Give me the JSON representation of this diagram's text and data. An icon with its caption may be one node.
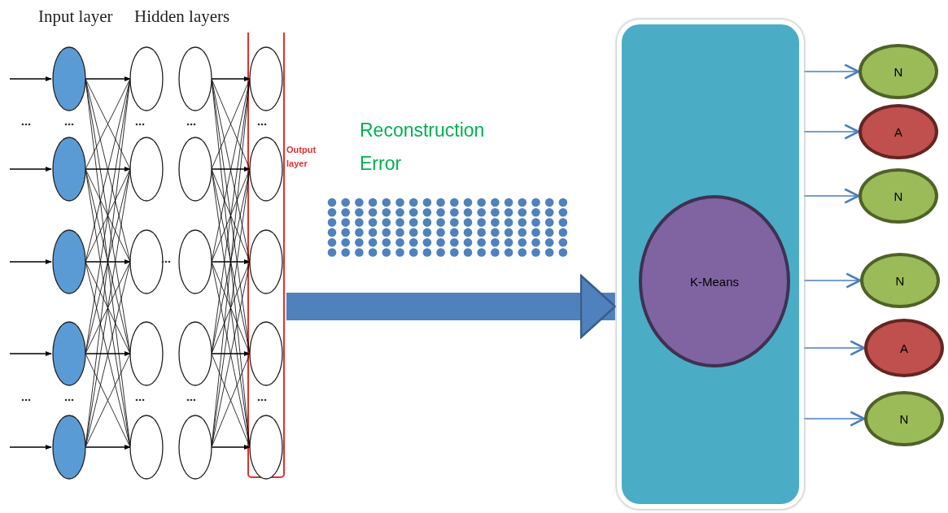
{
  "diagram": {
    "nodes": [
      {
        "text": [],
        "shape": "picture"
      },
      {
        "text": [],
        "shape": "box"
      },
      {
        "text": [
          "K-Means"
        ],
        "in": 1
      },
      {
        "text": [
          "N"
        ]
      },
      {
        "text": [
          "A"
        ]
      },
      {
        "text": [
          "N"
        ]
      },
      {
        "text": [
          "N"
        ]
      },
      {
        "text": [
          "A"
        ]
      },
      {
        "text": [
          "N"
        ]
      }
    ],
    "edges": [
      {
        "from": 0,
        "to": 1,
        "arrow": "to",
        "style": "thick"
      },
      {
        "from": 1,
        "to": 3,
        "arrow": "to"
      },
      {
        "from": 1,
        "to": 4,
        "arrow": "to"
      },
      {
        "from": 1,
        "to": 5,
        "arrow": "to"
      },
      {
        "from": 1,
        "to": 6,
        "arrow": "to"
      },
      {
        "from": 1,
        "to": 7,
        "arrow": "to"
      },
      {
        "from": 1,
        "to": 8,
        "arrow": "to"
      }
    ],
    "labels": [
      "Input layer",
      "Hidden layers",
      "Output layer",
      "Reconstruction Error"
    ]
  }
}
